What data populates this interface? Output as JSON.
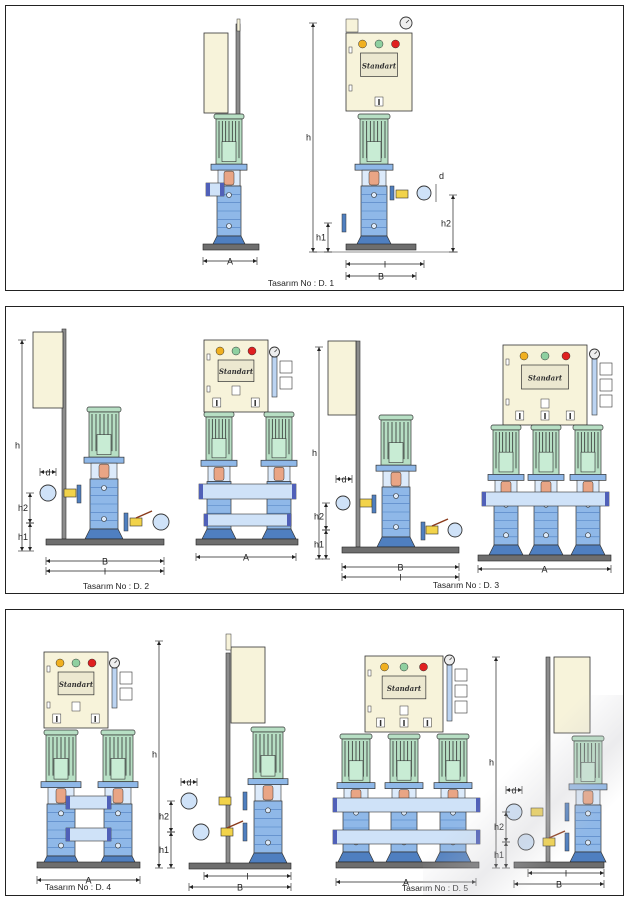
{
  "brand": {
    "logo_text": "Standart"
  },
  "colors": {
    "cabinet": "#f7f3da",
    "motor": "#b7dfc4",
    "pump": "#8fb8e8",
    "pump_dark": "#4f7fc0",
    "manifold_end": "#5060b8",
    "coupling": "#e9a585",
    "valve": "#f2d34a",
    "frame": "#8c8c8c",
    "base": "#6e6e6e",
    "lamp_yellow": "#f0b020",
    "lamp_green": "#8fd0a0",
    "lamp_red": "#e02020"
  },
  "dimension_labels": {
    "A": "A",
    "B": "B",
    "l": "l",
    "h": "h",
    "h1": "h1",
    "h2": "h2",
    "d": "d"
  },
  "designs": [
    {
      "id": "D.1",
      "caption": "Tasarım No : D. 1",
      "pump_count": 1
    },
    {
      "id": "D.2",
      "caption": "Tasarım No : D. 2",
      "pump_count": 2
    },
    {
      "id": "D.3",
      "caption": "Tasarım No : D. 3",
      "pump_count": 3
    },
    {
      "id": "D.4",
      "caption": "Tasarım No : D. 4",
      "pump_count": 2
    },
    {
      "id": "D.5",
      "caption": "Tasarım No : D. 5",
      "pump_count": 3
    }
  ]
}
